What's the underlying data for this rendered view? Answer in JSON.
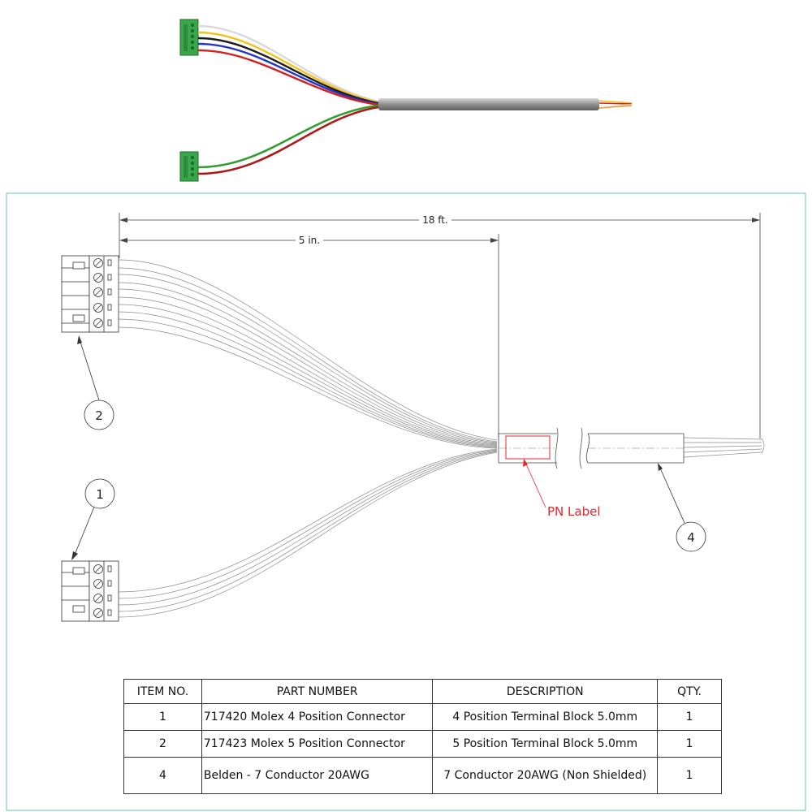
{
  "dimensions": {
    "overall": "18 ft.",
    "breakout": "5 in."
  },
  "note": "PN Label",
  "balloons": [
    "1",
    "2",
    "4"
  ],
  "bom": {
    "headers": [
      "ITEM NO.",
      "PART NUMBER",
      "DESCRIPTION",
      "QTY."
    ],
    "rows": [
      {
        "item": "1",
        "part": "717420 Molex 4 Position Connector",
        "desc": "4 Position Terminal Block 5.0mm",
        "qty": "1"
      },
      {
        "item": "2",
        "part": "717423 Molex 5 Position Connector",
        "desc": "5 Position Terminal Block 5.0mm",
        "qty": "1"
      },
      {
        "item": "4",
        "part": "Belden - 7 Conductor 20AWG",
        "desc": "7 Conductor 20AWG (Non Shielded)",
        "qty": "1"
      }
    ]
  },
  "colors": {
    "frame": "#7fcfc4",
    "connector_green": "#3aa84a",
    "jacket_gray": "#9a9a9a",
    "label_red": "#e8242d",
    "wire_colors": [
      "#eeeeee",
      "#f2c21b",
      "#1b1b1b",
      "#2233cc",
      "#d42020",
      "#2f9e2f",
      "#b01818"
    ]
  }
}
